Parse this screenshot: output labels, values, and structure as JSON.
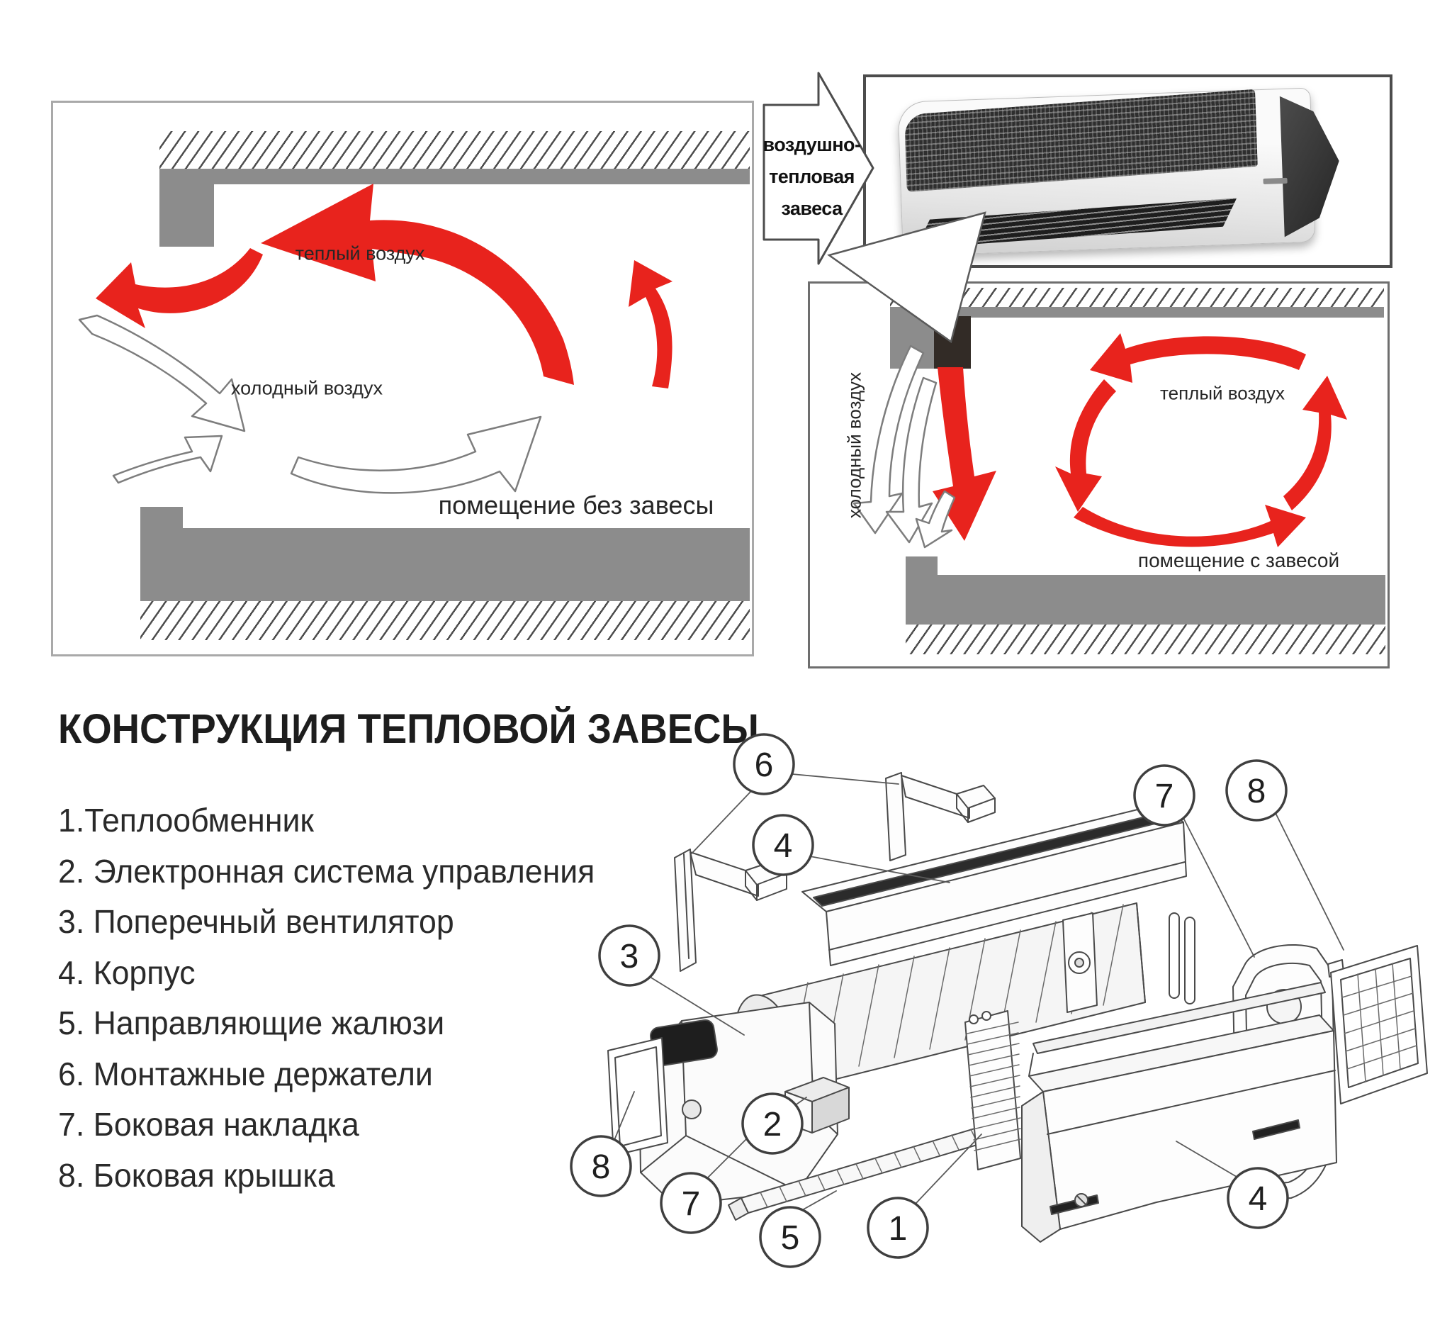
{
  "colors": {
    "accent_red": "#e8231d",
    "slab_gray": "#8c8c8c",
    "dark_unit": "#322b26",
    "line_art": "#4a4a4a"
  },
  "flow_label": {
    "line1": "воздушно-",
    "line2": "тепловая",
    "line3": "завеса"
  },
  "diagram_no_curtain": {
    "warm_air": "теплый воздух",
    "cold_air": "холодный воздух",
    "caption": "помещение без завесы"
  },
  "diagram_with_curtain": {
    "cold_air": "холодный воздух",
    "warm_air": "теплый воздух",
    "caption": "помещение с завесой"
  },
  "construction": {
    "title": "КОНСТРУКЦИЯ ТЕПЛОВОЙ ЗАВЕСЫ",
    "items": [
      "1.Теплообменник",
      "2. Электронная система управления",
      "3. Поперечный вентилятор",
      "4. Корпус",
      "5. Направляющие жалюзи",
      "6. Монтажные держатели",
      "7. Боковая накладка",
      "8. Боковая крышка"
    ]
  },
  "exploded": {
    "callouts": [
      {
        "n": "6"
      },
      {
        "n": "4"
      },
      {
        "n": "7"
      },
      {
        "n": "8"
      },
      {
        "n": "3"
      },
      {
        "n": "2"
      },
      {
        "n": "8"
      },
      {
        "n": "7"
      },
      {
        "n": "5"
      },
      {
        "n": "1"
      },
      {
        "n": "4"
      }
    ]
  }
}
